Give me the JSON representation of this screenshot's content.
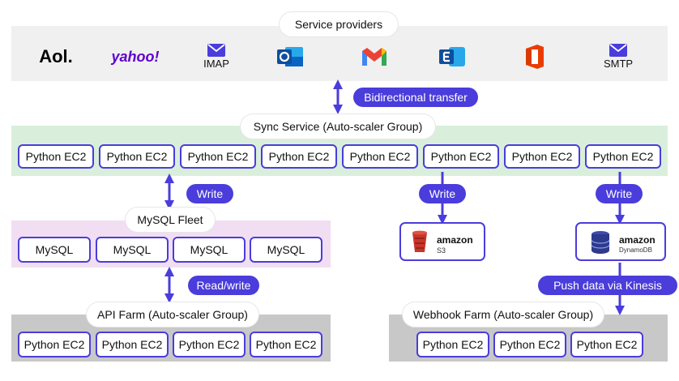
{
  "providers": {
    "title": "Service providers",
    "aol": "Aol.",
    "yahoo": "yahoo!",
    "imap": "IMAP",
    "smtp": "SMTP"
  },
  "bidirectional": "Bidirectional transfer",
  "sync": {
    "title": "Sync Service (Auto-scaler Group)",
    "nodes": [
      "Python EC2",
      "Python EC2",
      "Python EC2",
      "Python EC2",
      "Python EC2",
      "Python EC2",
      "Python EC2",
      "Python EC2"
    ]
  },
  "write_labels": [
    "Write",
    "Write",
    "Write"
  ],
  "mysql": {
    "title": "MySQL Fleet",
    "nodes": [
      "MySQL",
      "MySQL",
      "MySQL",
      "MySQL"
    ]
  },
  "readwrite": "Read/write",
  "s3": {
    "brand": "amazon",
    "name": "S3"
  },
  "dynamo": {
    "brand": "amazon",
    "name": "DynamoDB"
  },
  "kinesis": "Push data via Kinesis",
  "api": {
    "title": "API Farm (Auto-scaler Group)",
    "nodes": [
      "Python EC2",
      "Python EC2",
      "Python EC2",
      "Python EC2"
    ]
  },
  "webhook": {
    "title": "Webhook Farm (Auto-scaler Group)",
    "nodes": [
      "Python EC2",
      "Python EC2",
      "Python EC2"
    ]
  },
  "colors": {
    "accent": "#4a3ddb",
    "yahoo": "#6001d2",
    "aws_red": "#c7362a",
    "dynamo_blue": "#2e3a8c"
  }
}
